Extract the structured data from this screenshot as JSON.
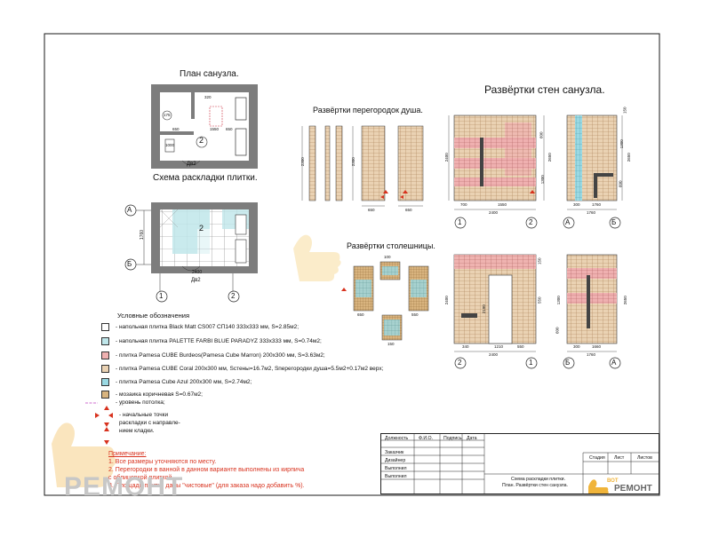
{
  "titles": {
    "plan": "План санузла.",
    "tile_scheme": "Схема раскладки плитки.",
    "shower_partitions": "Развёртки перегородок душа.",
    "walls": "Развёртки стен санузла.",
    "countertop": "Развёртки столешницы."
  },
  "plan_labels": {
    "door": "Дв2",
    "door2": "Дв2",
    "room_number": "2",
    "room_number2": "2",
    "dims": [
      "175",
      "320",
      "1550",
      "650",
      "650",
      "1000",
      "2400",
      "1760"
    ]
  },
  "axes": {
    "a": "А",
    "b": "Б",
    "one": "1",
    "two": "2"
  },
  "legend": {
    "title": "Условные обозначения",
    "items": [
      {
        "text": "- напольная плитка Black Matt CS007 СП140 333х333 мм, S=2.85м2;",
        "color": "#ffffff"
      },
      {
        "text": "- напольная плитка PALETTE FARBI BLUE PARADYZ 333х333 мм, S=0.74м2;",
        "color": "#bfe6ea"
      },
      {
        "text": "- плитка Pamesa CUBE Burdeos(Pamesa Cube Marron) 200х300 мм, S=3.63м2;",
        "color": "#e79a9a"
      },
      {
        "text": "- плитка Pamesa CUBE Coral 200х300 мм, Sстены=16.7м2, Sперегородки душа=5.5м2+0.17м2 верх;",
        "color": "#e6c29a"
      },
      {
        "text": "- плитка Pamesa Cube Azul 200х300 мм, S=2.74м2;",
        "color": "#8fd3df"
      },
      {
        "text": "- мозаика коричневая S=0.67м2;",
        "color": "#c89c5e"
      }
    ],
    "ceiling": "- уровень потолка;",
    "start_points": [
      "- начальные точки",
      "раскладки с направле-",
      "нием кладки."
    ]
  },
  "notes": {
    "title": "Примечание:",
    "lines": [
      "1. Все размеры уточняются по месту.",
      "2. Перегородки в ванной в данном варианте выполнены из кирпича",
      "с облицовкой плиткой.",
      "3. Площади плитки даны \"чистовые\" (для заказа надо добавить %)."
    ]
  },
  "stamp": {
    "headers": [
      "Должность",
      "Ф.И.О.",
      "Подпись",
      "Дата"
    ],
    "roles": [
      "Заказчик",
      "Дизайнер",
      "Выполнил",
      "Выполнил"
    ],
    "right_headers": [
      "Стадия",
      "Лист",
      "Листов"
    ],
    "description": [
      "Схема раскладки плитки.",
      "План.  Развёртки стен санузла."
    ],
    "logo_prefix": "ВОТ",
    "logo_main": "РЕМОНТ"
  },
  "watermark": {
    "text": "РЕМОНТ"
  },
  "elevation_dims": {
    "partition": [
      "2300",
      "2300",
      "650",
      "650"
    ],
    "wall1": [
      "2400",
      "700",
      "1550",
      "2400",
      "1300",
      "600",
      "2650"
    ],
    "wall2": [
      "1760",
      "300",
      "1760",
      "2650",
      "1300",
      "600",
      "150"
    ],
    "wall3": [
      "2400",
      "340",
      "1210",
      "550",
      "2400",
      "2190",
      "550",
      "150"
    ],
    "wall4": [
      "1760",
      "1660",
      "300",
      "2650",
      "1300",
      "600"
    ],
    "countertop": [
      "650",
      "550",
      "150",
      "100"
    ]
  },
  "colors": {
    "coral": "#e6c29a",
    "burdeos": "#e79a9a",
    "azul": "#8fd3df",
    "palette": "#bfe6ea",
    "black": "#555555",
    "mosaic": "#c89c5e",
    "frame": "#1a1a1a",
    "note_red": "#d8321e",
    "logo_yellow": "#f0b43a"
  }
}
